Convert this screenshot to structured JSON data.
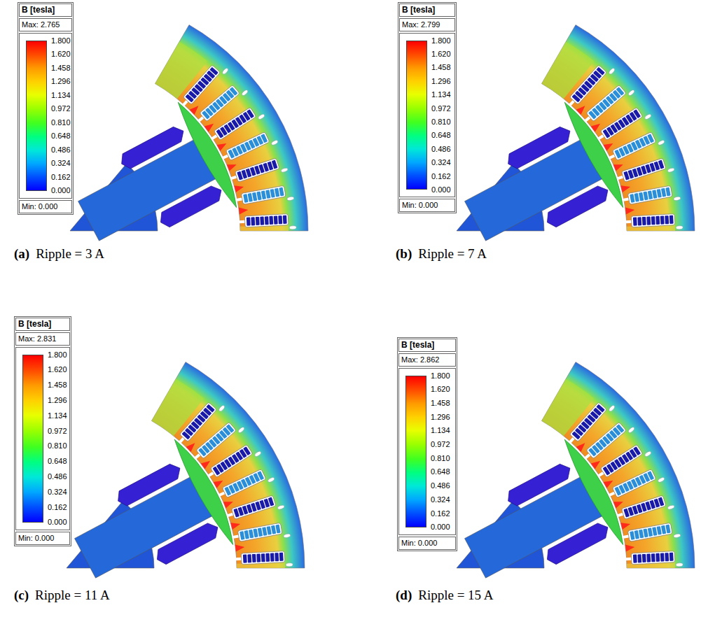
{
  "diagram": {
    "nodes": [
      {
        "text": [
          "B [tesla]",
          "Max: 2.765",
          "Min: 0.000"
        ]
      },
      {
        "text": [
          "B [tesla]",
          "Max: 2.799",
          "Min: 0.000"
        ]
      },
      {
        "text": [
          "B [tesla]",
          "Max: 2.831",
          "Min: 0.000"
        ]
      },
      {
        "text": [
          "B [tesla]",
          "Max: 2.862",
          "Min: 0.000"
        ]
      }
    ],
    "labels": [
      "1.800",
      "1.620",
      "1.458",
      "1.296",
      "1.134",
      "0.972",
      "0.810",
      "0.648",
      "0.486",
      "0.324",
      "0.162",
      "0.000",
      "(a)",
      "Ripple = 3 A",
      "1.800",
      "1.620",
      "1.458",
      "1.296",
      "1.134",
      "0.972",
      "0.810",
      "0.648",
      "0.486",
      "0.324",
      "0.162",
      "0.000",
      "(b)",
      "Ripple = 7 A",
      "1.800",
      "1.620",
      "1.458",
      "1.296",
      "1.134",
      "0.972",
      "0.810",
      "0.648",
      "0.486",
      "0.324",
      "0.162",
      "0.000",
      "(c)",
      "Ripple = 11 A",
      "1.800",
      "1.620",
      "1.458",
      "1.296",
      "1.134",
      "0.972",
      "0.810",
      "0.648",
      "0.486",
      "0.324",
      "0.162",
      "0.000",
      "(d)",
      "Ripple = 15 A"
    ]
  }
}
